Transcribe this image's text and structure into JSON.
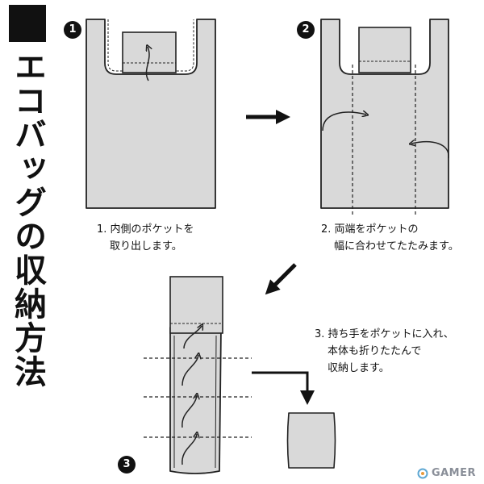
{
  "title": "エコバッグの収納方法",
  "steps": [
    {
      "number": "1",
      "caption_lines": [
        "1. 内側のポケットを",
        "取り出します。"
      ]
    },
    {
      "number": "2",
      "caption_lines": [
        "2. 両端をポケットの",
        "幅に合わせてたたみます。"
      ]
    },
    {
      "number": "3",
      "caption_lines": [
        "3. 持ち手をポケットに入れ、",
        "本体も折りたたんで",
        "収納します。"
      ]
    }
  ],
  "watermark": {
    "text": "GAMER",
    "icon": "gamer-logo-icon"
  },
  "colors": {
    "bag_fill": "#d9d9d9",
    "outline": "#222222",
    "text": "#111111",
    "watermark": "#8a8f99"
  }
}
